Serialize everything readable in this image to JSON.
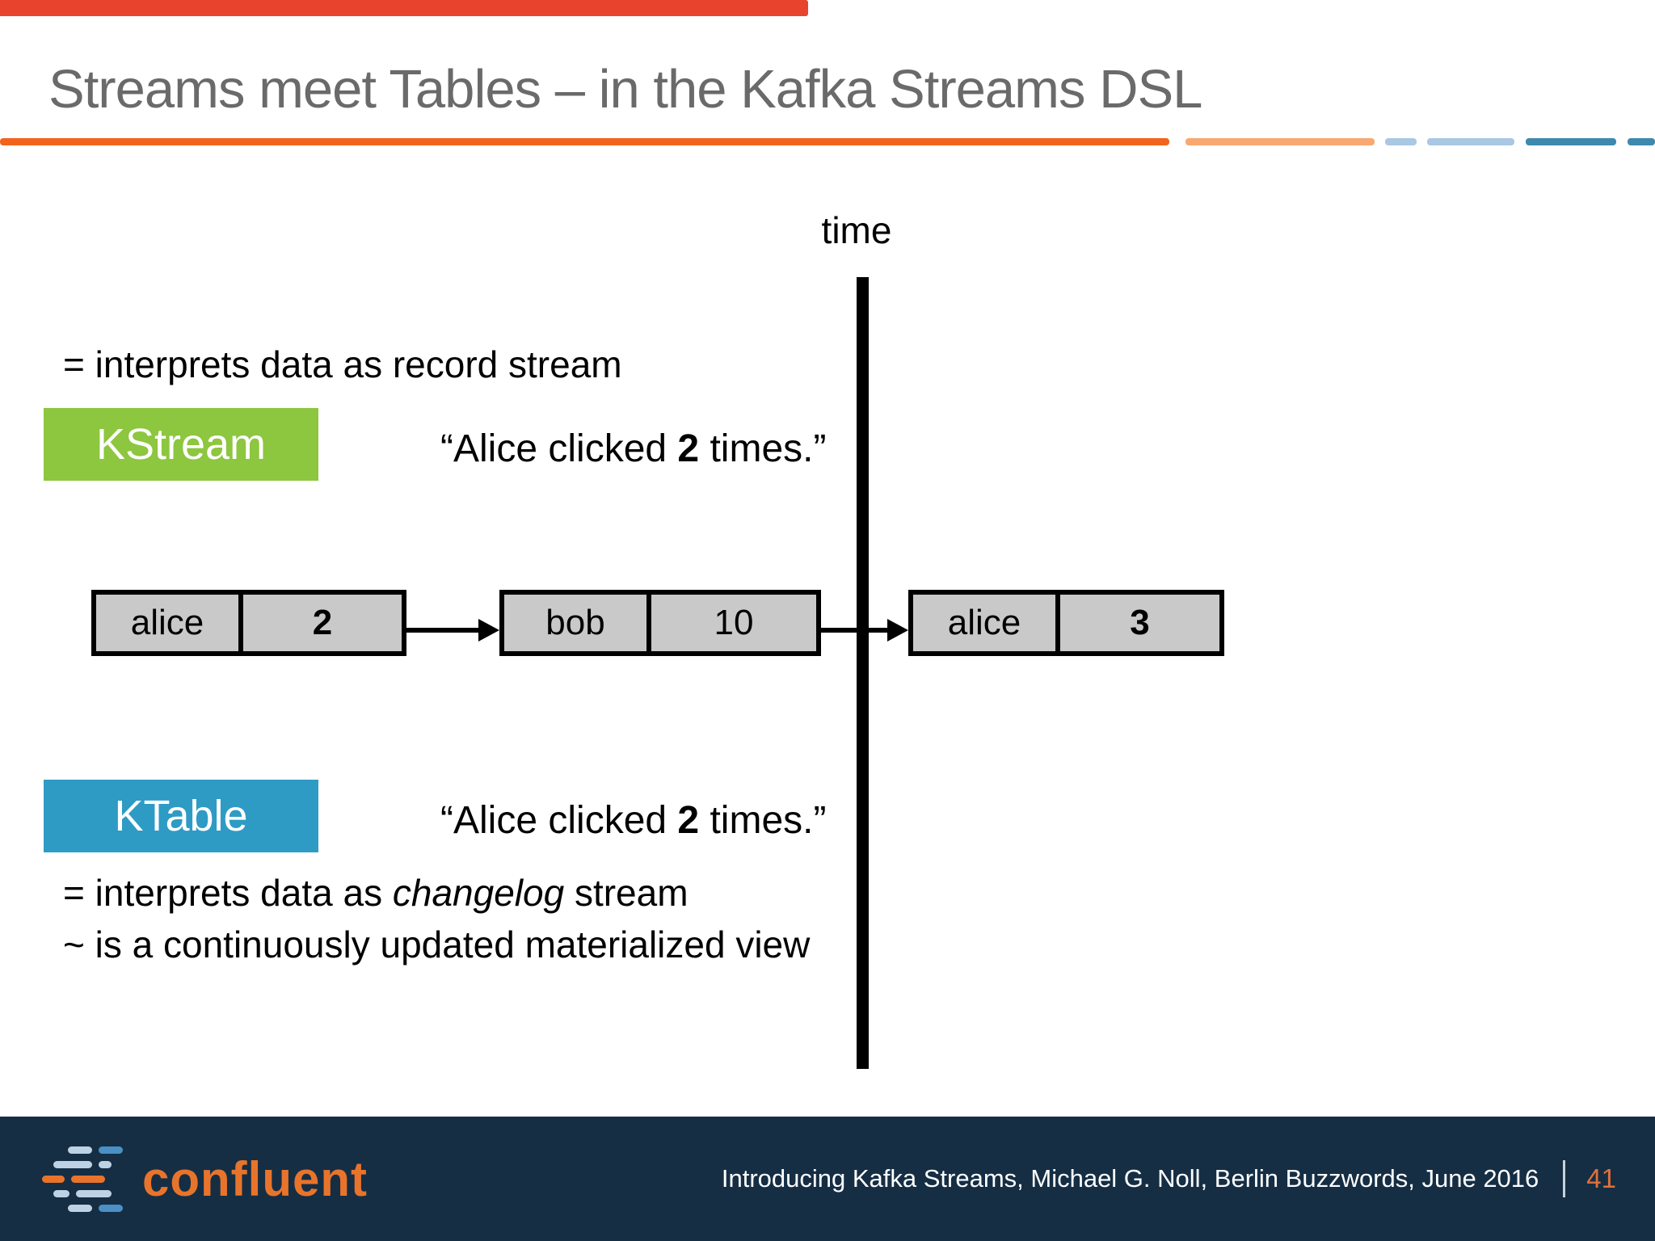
{
  "slide": {
    "title": "Streams meet Tables – in the Kafka Streams DSL",
    "time_axis_label": "time",
    "kstream": {
      "label": "KStream",
      "definition": "= interprets data as record stream",
      "quote": {
        "prefix": "“Alice clicked ",
        "count": "2",
        "suffix": " times.”"
      }
    },
    "ktable": {
      "label": "KTable",
      "quote": {
        "prefix": "“Alice clicked ",
        "count": "2",
        "suffix": " times.”"
      },
      "definition": {
        "prefix": "= interprets data as ",
        "italic": "changelog",
        "suffix": " stream"
      },
      "definition2": "~ is a continuously updated materialized view"
    },
    "records": [
      {
        "key": "alice",
        "value": "2"
      },
      {
        "key": "bob",
        "value": "10"
      },
      {
        "key": "alice",
        "value": "3"
      }
    ]
  },
  "footer": {
    "logo_text": "confluent",
    "credit": "Introducing Kafka Streams, Michael G. Noll, Berlin Buzzwords, June 2016",
    "page_number": "41"
  },
  "colors": {
    "kstream_green": "#8DC63F",
    "ktable_blue": "#2E9BC5",
    "accent_orange": "#F2641C",
    "accent_light_orange": "#F9A871",
    "accent_light_blue": "#A8C8E4",
    "accent_steel_blue": "#3E89AE",
    "top_bar_red": "#E8432C",
    "record_box_gray": "#C9C9C9",
    "footer_navy": "#152E44",
    "title_gray": "#6A6A6A",
    "logo_orange": "#E8742C",
    "page_number_orange": "#E2703A"
  }
}
